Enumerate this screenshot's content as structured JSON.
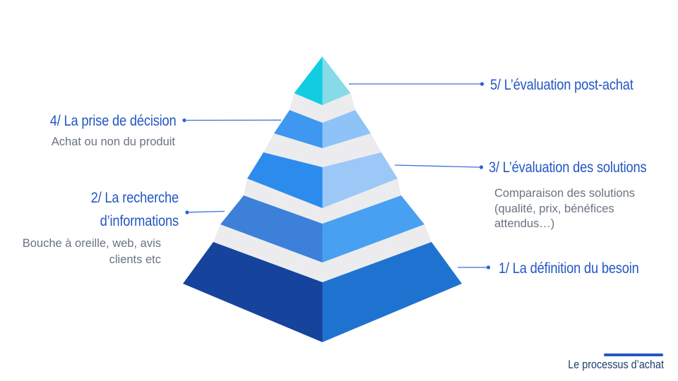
{
  "page": {
    "background": "#ffffff",
    "heading_color": "#2456c4",
    "subtext_color": "#6a7380",
    "connector_color": "#3a72dc",
    "dot_color": "#2a62d6",
    "separator_color": "#ececee"
  },
  "footer": {
    "label": "Le processus d’achat",
    "bar_color": "#2456c4",
    "text_color": "#21406e"
  },
  "steps": [
    {
      "num": "1",
      "label_lines": [
        "1/ La définition du besoin"
      ],
      "sub_lines": [],
      "face_left": "#16439c",
      "face_right": "#1f73d0",
      "label_side": "right"
    },
    {
      "num": "2",
      "label_lines": [
        "2/ La recherche",
        "d’informations"
      ],
      "sub_lines": [
        "Bouche à oreille, web, avis",
        "clients etc"
      ],
      "face_left": "#3d80da",
      "face_right": "#48a0f1",
      "label_side": "left"
    },
    {
      "num": "3",
      "label_lines": [
        "3/ L’évaluation des solutions"
      ],
      "sub_lines": [
        "Comparaison des solutions",
        "(qualité, prix, bénéfices",
        "attendus…)"
      ],
      "face_left": "#2b8cee",
      "face_right": "#9cc8f8",
      "label_side": "right"
    },
    {
      "num": "4",
      "label_lines": [
        "4/ La prise de décision"
      ],
      "sub_lines": [
        "Achat ou non du produit"
      ],
      "face_left": "#3e97f0",
      "face_right": "#8ec3f7",
      "label_side": "left"
    },
    {
      "num": "5",
      "label_lines": [
        "5/ L’évaluation post-achat"
      ],
      "sub_lines": [],
      "face_left": "#12cde2",
      "face_right": "#87dae8",
      "label_side": "right"
    }
  ]
}
